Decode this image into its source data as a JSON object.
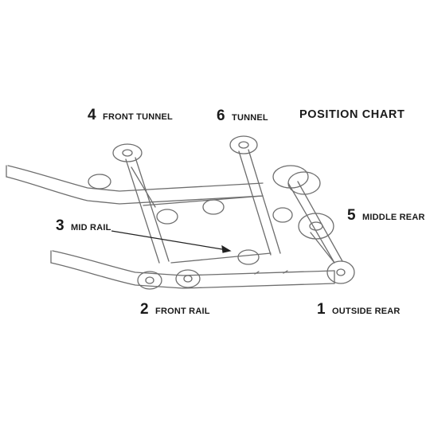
{
  "title": "POSITION CHART",
  "labels": [
    {
      "num": "4",
      "text": "FRONT TUNNEL"
    },
    {
      "num": "6",
      "text": "TUNNEL"
    },
    {
      "num": "3",
      "text": "MID RAIL"
    },
    {
      "num": "5",
      "text": "MIDDLE REAR"
    },
    {
      "num": "2",
      "text": "FRONT RAIL"
    },
    {
      "num": "1",
      "text": "OUTSIDE REAR"
    }
  ],
  "colors": {
    "sketch": "#6e6e6e",
    "text": "#1a1a1a",
    "background": "#ffffff"
  }
}
